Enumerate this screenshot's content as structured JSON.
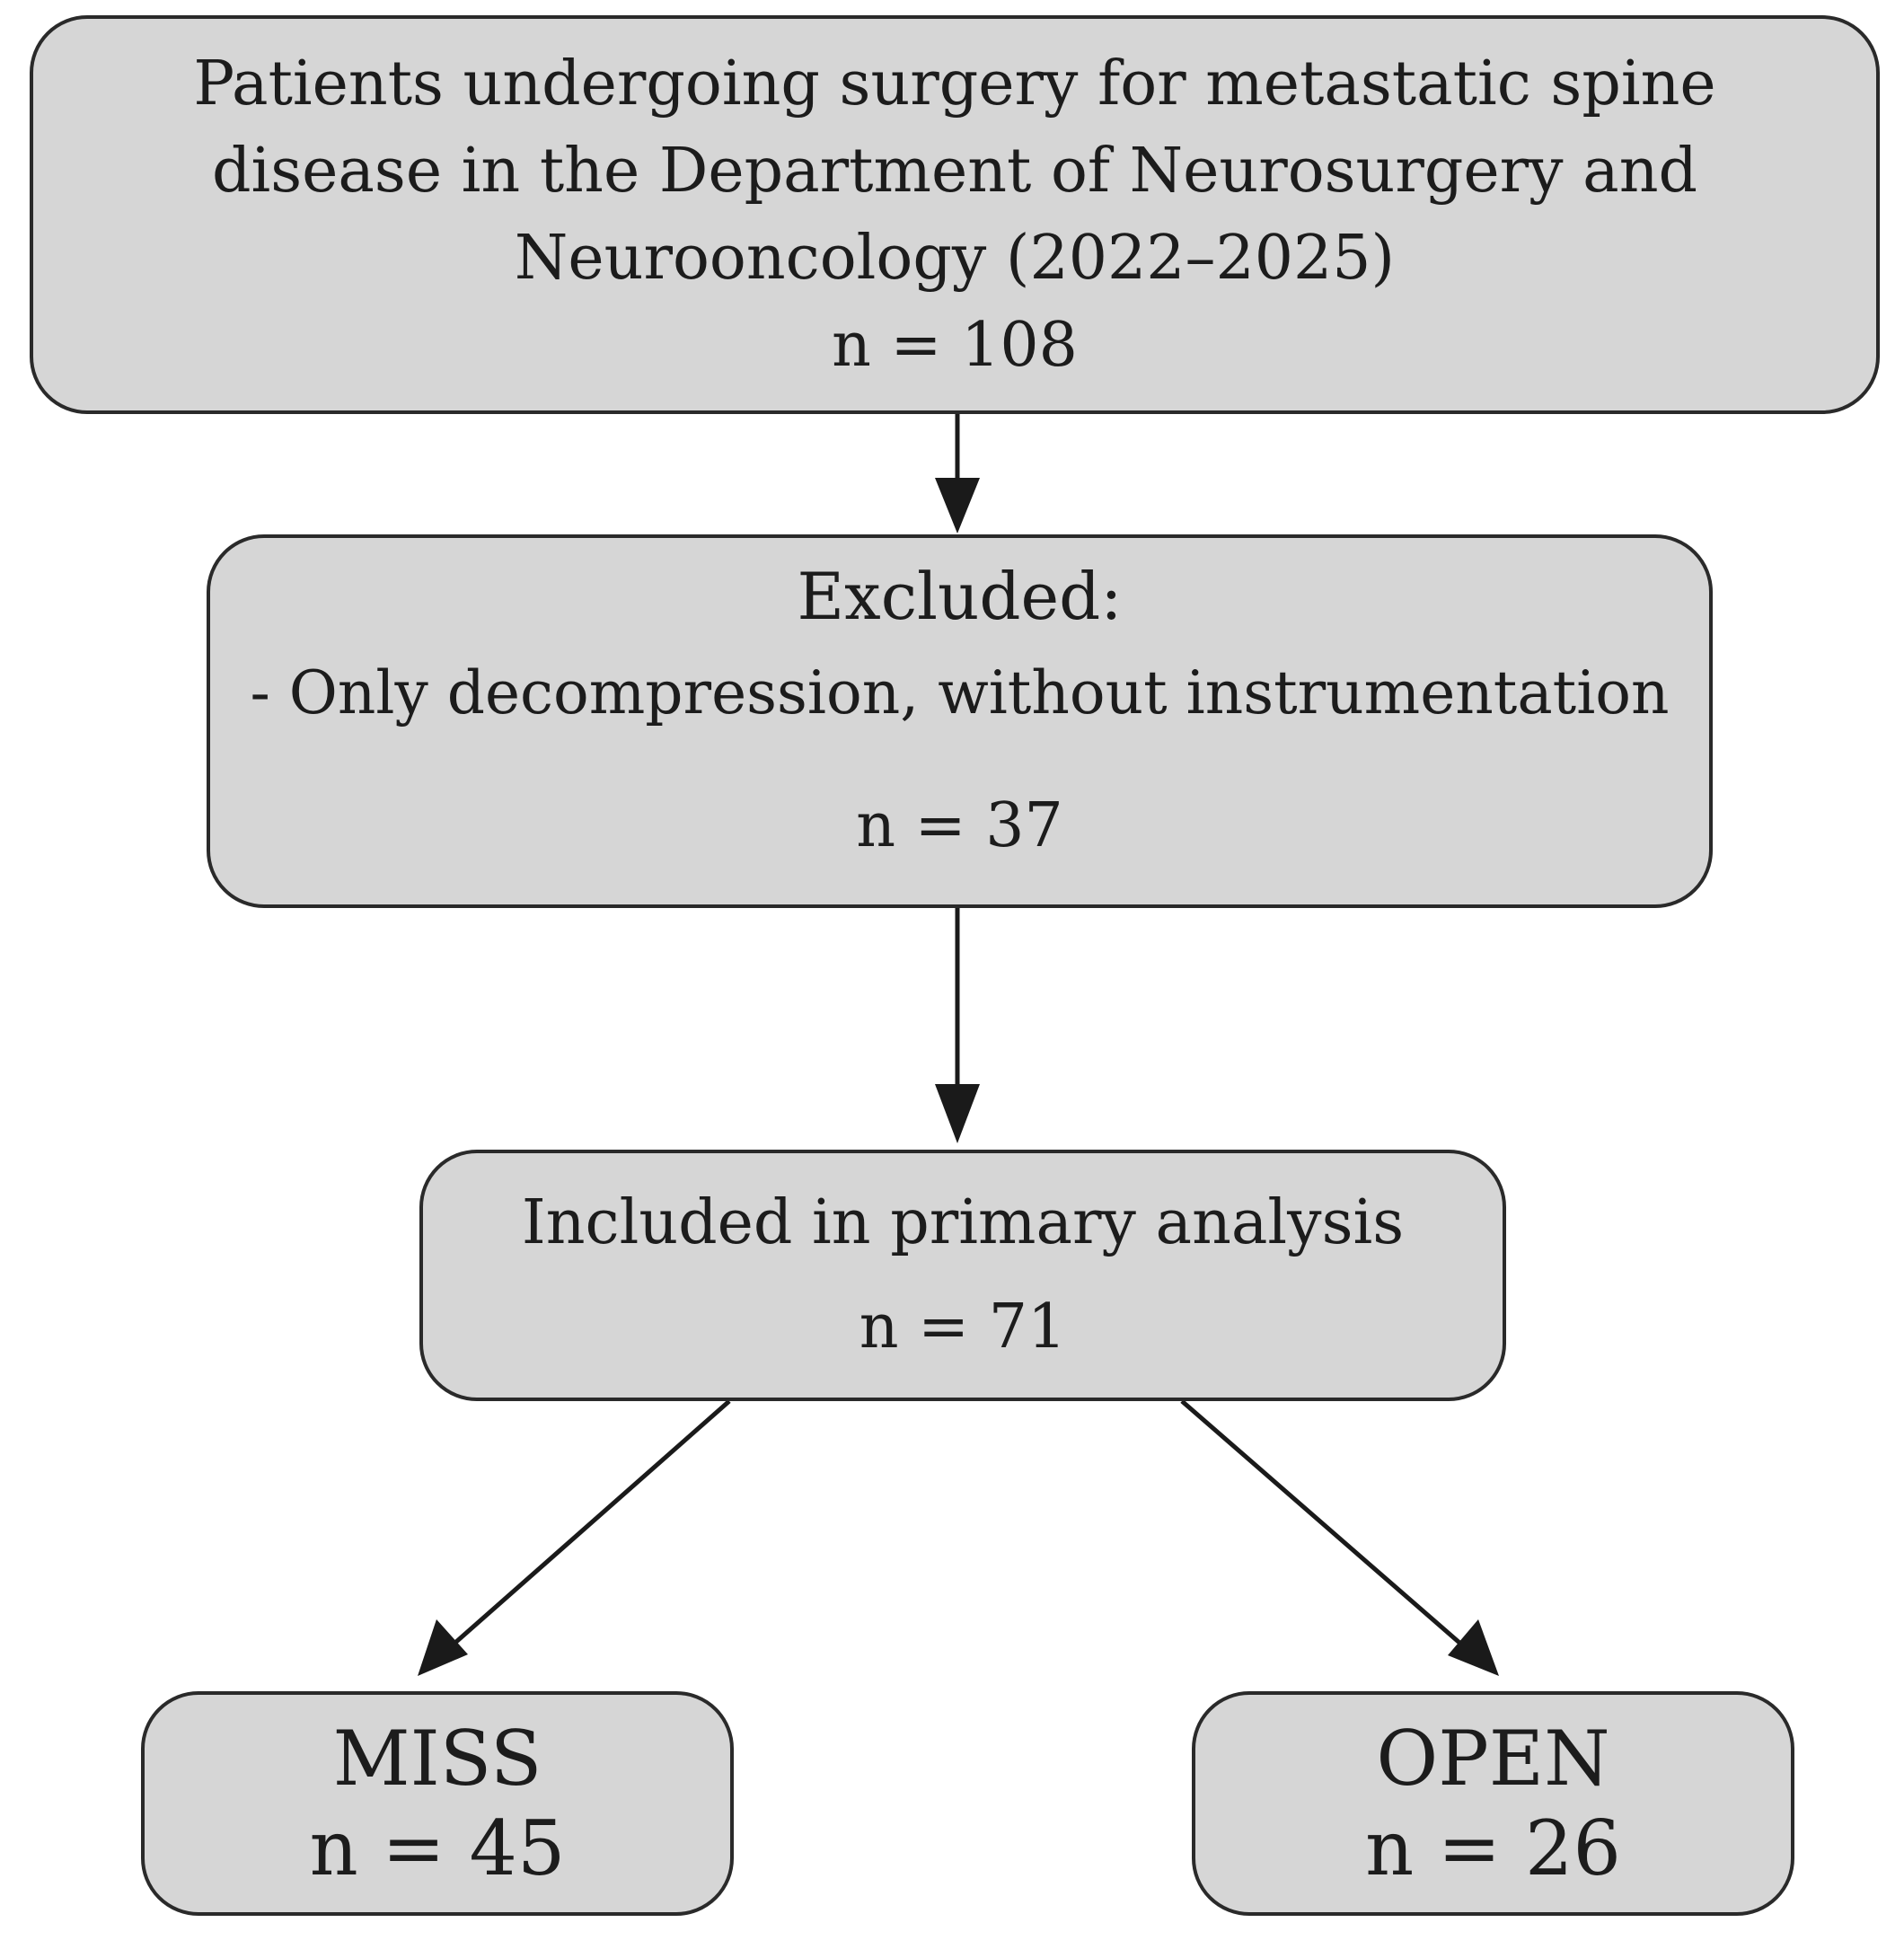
{
  "diagram": {
    "nodes": {
      "patients": {
        "lines": [
          "Patients undergoing surgery for metastatic spine",
          "disease in the Department of Neurosurgery and",
          "Neurooncology (2022–2025)"
        ],
        "count": "n = 108"
      },
      "excluded": {
        "title": "Excluded:",
        "reason": "- Only decompression, without instrumentation",
        "count": "n = 37"
      },
      "included": {
        "title": "Included in primary analysis",
        "count": "n = 71"
      },
      "miss": {
        "title": "MISS",
        "count": "n = 45"
      },
      "open": {
        "title": "OPEN",
        "count": "n = 26"
      }
    },
    "edges": [
      {
        "from": "patients",
        "to": "excluded"
      },
      {
        "from": "excluded",
        "to": "included"
      },
      {
        "from": "included",
        "to": "miss"
      },
      {
        "from": "included",
        "to": "open"
      }
    ],
    "colors": {
      "box_fill": "#d6d6d6",
      "box_border": "#2a2a2a",
      "arrow": "#1a1a1a",
      "text": "#1c1c1c",
      "background": "#ffffff"
    }
  }
}
